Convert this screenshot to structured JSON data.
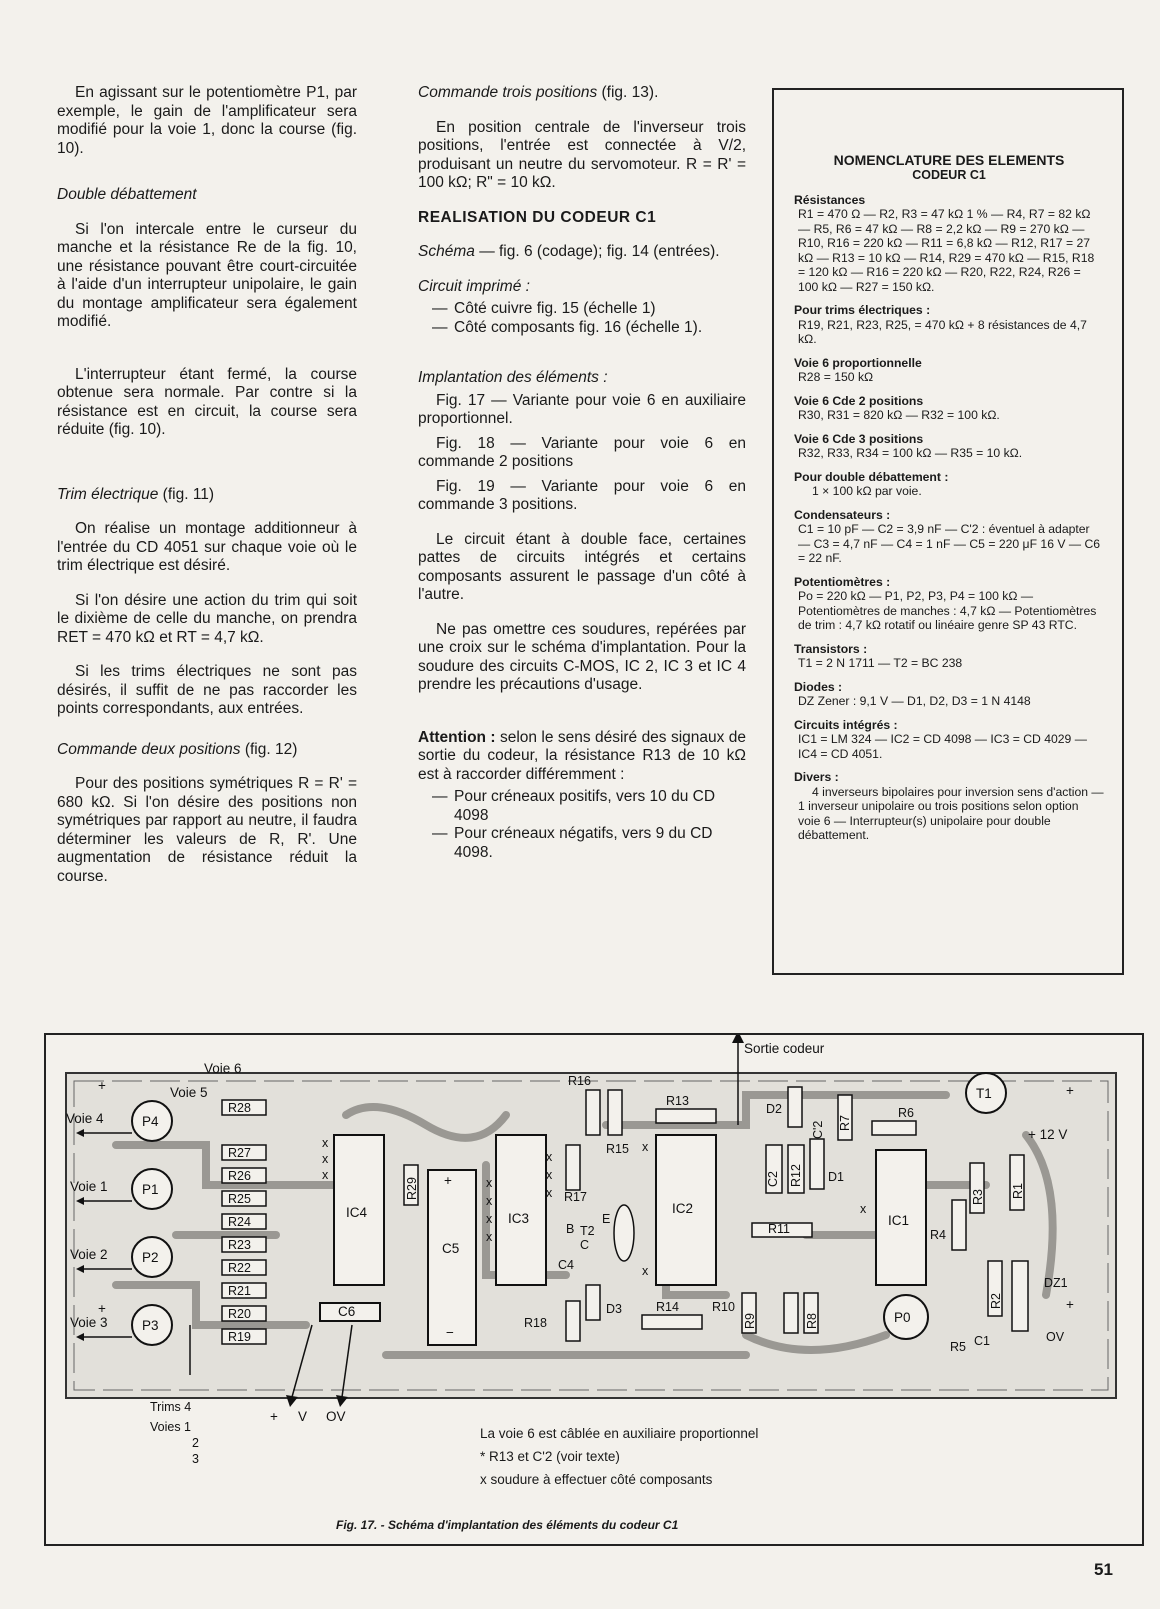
{
  "col1": {
    "p1": "En agissant sur le potentiomètre P1, par exemple, le gain de l'amplificateur sera modifié pour la voie 1, donc la course (fig. 10).",
    "h1": "Double débattement",
    "p2": "Si l'on intercale entre le curseur du manche et la résistance Re de la fig. 10, une résistance pouvant être court-circuitée à l'aide d'un interrupteur unipolaire, le gain du montage amplificateur sera également modifié.",
    "p3": "L'interrupteur étant fermé, la course obtenue sera normale. Par contre si la résistance est en circuit, la course sera réduite (fig. 10).",
    "h2": "Trim électrique",
    "h2_ref": "(fig. 11)",
    "p4": "On réalise un montage additionneur à l'entrée du CD 4051 sur chaque voie où le trim électrique est désiré.",
    "p5": "Si l'on désire une action du trim qui soit le dixième de celle du manche, on prendra RET = 470 kΩ et RT = 4,7 kΩ.",
    "p6": "Si les trims électriques ne sont pas désirés, il suffit de ne pas raccorder les points correspondants, aux entrées.",
    "h3": "Commande deux positions",
    "h3_ref": "(fig. 12)",
    "p7": "Pour des positions symétriques R = R' = 680 kΩ. Si l'on désire des positions non symétriques par rapport au neutre, il faudra déterminer les valeurs de R, R'. Une augmentation de résistance réduit la course."
  },
  "col2": {
    "h1": "Commande trois positions",
    "h1_ref": "(fig. 13).",
    "p1": "En position centrale de l'inverseur trois positions, l'entrée est connectée à V/2, produisant un neutre du servomoteur. R = R' = 100 kΩ; R\" = 10 kΩ.",
    "h2": "REALISATION DU CODEUR C1",
    "schema_label": "Schéma",
    "schema_text": "— fig. 6 (codage); fig. 14 (entrées).",
    "ci_label": "Circuit imprimé :",
    "ci1": "Côté cuivre fig. 15 (échelle 1)",
    "ci2": "Côté composants fig. 16 (échelle 1).",
    "impl_label": "Implantation des éléments :",
    "impl1": "Fig. 17 — Variante pour voie 6 en auxiliaire proportionnel.",
    "impl2": "Fig. 18 — Variante pour voie 6 en commande 2 positions",
    "impl3": "Fig. 19 — Variante pour voie 6 en commande 3 positions.",
    "p2": "Le circuit étant à double face, certaines pattes de circuits intégrés et certains composants assurent le passage d'un côté à l'autre.",
    "p3": "Ne pas omettre ces soudures, repérées par une croix sur le schéma d'implantation. Pour la soudure des circuits C-MOS, IC 2, IC 3 et IC 4 prendre les précautions d'usage.",
    "att_label": "Attention :",
    "att_text": "selon le sens désiré des signaux de sortie du codeur, la résistance R13 de 10 kΩ est à raccorder différemment :",
    "att1": "Pour créneaux positifs, vers 10 du CD 4098",
    "att2": "Pour créneaux négatifs, vers 9 du CD 4098."
  },
  "nomen": {
    "title": "NOMENCLATURE DES ELEMENTS",
    "subtitle": "CODEUR C1",
    "sections": [
      {
        "h": "Résistances",
        "t": "R1 = 470 Ω — R2, R3 = 47 kΩ 1 % — R4, R7 = 82 kΩ — R5, R6 = 47 kΩ — R8 = 2,2 kΩ — R9 = 270 kΩ — R10, R16 = 220 kΩ — R11 = 6,8 kΩ — R12, R17 = 27 kΩ — R13 = 10 kΩ — R14, R29 = 470 kΩ — R15, R18 = 120 kΩ — R16 = 220 kΩ — R20, R22, R24, R26 = 100 kΩ — R27 = 150 kΩ."
      },
      {
        "h": "Pour trims électriques :",
        "t": "R19, R21, R23, R25, = 470 kΩ + 8 résistances de 4,7 kΩ."
      },
      {
        "h": "Voie 6 proportionnelle",
        "t": "R28 = 150 kΩ"
      },
      {
        "h": "Voie 6 Cde 2 positions",
        "t": "R30, R31 = 820 kΩ — R32 = 100 kΩ."
      },
      {
        "h": "Voie 6 Cde 3 positions",
        "t": "R32, R33, R34 = 100 kΩ — R35 = 10 kΩ."
      },
      {
        "h": "Pour double débattement :",
        "t": "1 × 100 kΩ par voie."
      },
      {
        "h": "Condensateurs :",
        "t": "C1 = 10 pF — C2 = 3,9 nF — C'2 : éventuel à adapter — C3 = 4,7 nF — C4 = 1 nF — C5 = 220 μF 16 V — C6 = 22 nF."
      },
      {
        "h": "Potentiomètres :",
        "t": "Po = 220 kΩ — P1, P2, P3, P4 = 100 kΩ — Potentiomètres de manches : 4,7 kΩ — Potentiomètres de trim : 4,7 kΩ rotatif ou linéaire genre SP 43 RTC."
      },
      {
        "h": "Transistors :",
        "t": "T1 = 2 N 1711 — T2 = BC 238"
      },
      {
        "h": "Diodes :",
        "t": "DZ Zener : 9,1 V — D1, D2, D3 = 1 N 4148"
      },
      {
        "h": "Circuits intégrés :",
        "t": "IC1 = LM 324 — IC2 = CD 4098 — IC3 = CD 4029 — IC4 = CD 4051."
      },
      {
        "h": "Divers :",
        "t": "4 inverseurs bipolaires pour inversion sens d'action — 1 inverseur unipolaire ou trois positions selon option voie 6 — Interrupteur(s) unipolaire pour double débattement."
      }
    ]
  },
  "figure": {
    "sortie": "Sortie codeur",
    "voie6": "Voie 6",
    "voie5": "Voie 5",
    "voie4": "Voie 4",
    "voie1": "Voie 1",
    "voie2": "Voie 2",
    "voie3": "Voie 3",
    "plus12": "+ 12 V",
    "ov": "OV",
    "bottom_plus": "+",
    "bottom_v": "V",
    "bottom_ov": "OV",
    "trims": "Trims 4",
    "voies": "Voies 1",
    "n2": "2",
    "n3": "3",
    "note1": "La voie 6 est câblée en auxiliaire proportionnel",
    "note2": "* R13 et C'2 (voir texte)",
    "note3": "x soudure à effectuer côté composants",
    "caption": "Fig. 17. - Schéma d'implantation des éléments du codeur C1"
  },
  "page_number": "51"
}
